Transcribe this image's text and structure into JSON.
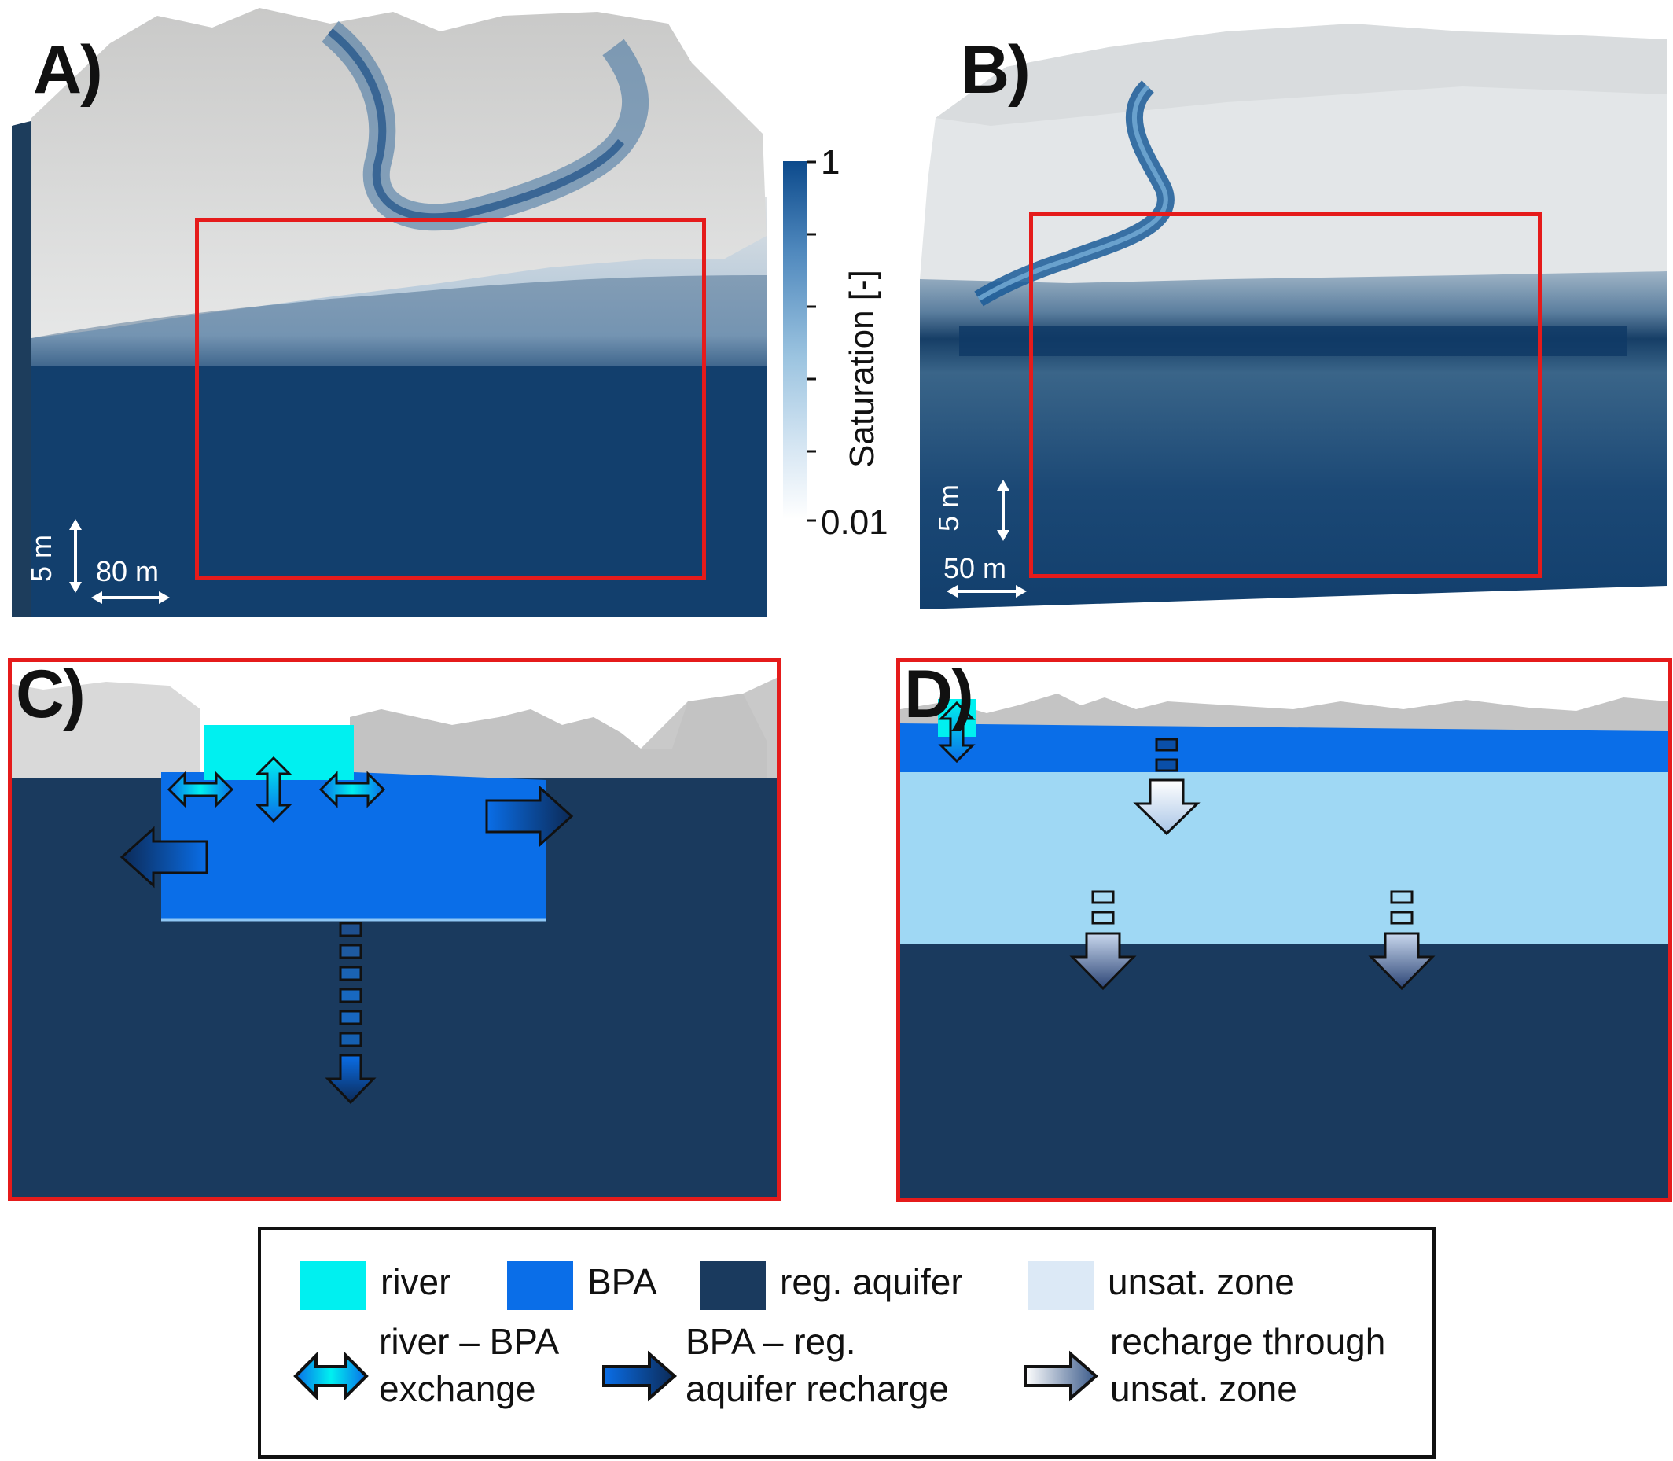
{
  "panels": {
    "a": {
      "label": "A)",
      "scale_vertical": "5 m",
      "scale_horizontal": "80 m"
    },
    "b": {
      "label": "B)",
      "scale_vertical": "5 m",
      "scale_horizontal": "50 m"
    },
    "c": {
      "label": "C)"
    },
    "d": {
      "label": "D)"
    }
  },
  "colorbar": {
    "title": "Saturation [-]",
    "max_label": "1",
    "min_label": "0.01"
  },
  "legend": {
    "river": "river",
    "bpa": "BPA",
    "reg_aquifer": "reg. aquifer",
    "unsat_zone": "unsat. zone",
    "exchange_line1": "river – BPA",
    "exchange_line2": "exchange",
    "recharge_line1": "BPA – reg.",
    "recharge_line2": "aquifer recharge",
    "unsat_line1": "recharge through",
    "unsat_line2": "unsat. zone"
  },
  "colors": {
    "river": "#00f0f0",
    "bpa": "#0a6ee8",
    "reg_aquifer": "#1a3a5e",
    "unsat_zone": "#dce9f6",
    "unsat_zone_d": "#9fd8f4",
    "terrain": "#d9dada",
    "highlight_box": "#e51b1b"
  }
}
